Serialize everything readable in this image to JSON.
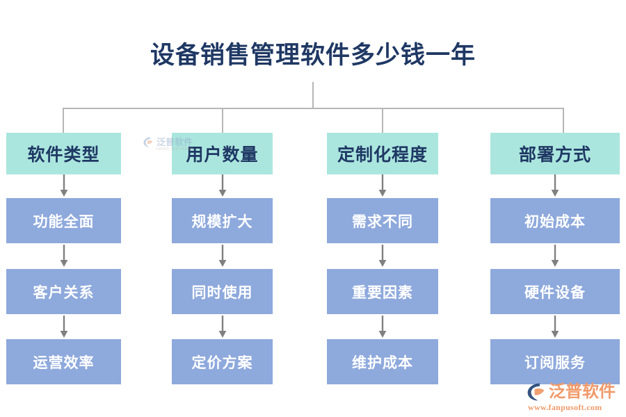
{
  "page": {
    "title": "设备销售管理软件多少钱一年",
    "title_color": "#1f3864",
    "background_color": "#ffffff"
  },
  "theme": {
    "header_box_color": "#abe6de",
    "header_text_color": "#1f3864",
    "item_box_color": "#8ea9dc",
    "item_text_color": "#ffffff",
    "connector_color": "#b6b6b6",
    "arrow_color": "#808080",
    "logo_color": "#f09a6a"
  },
  "diagram": {
    "columns": [
      {
        "header": "软件类型",
        "items": [
          "功能全面",
          "客户关系",
          "运营效率"
        ]
      },
      {
        "header": "用户数量",
        "items": [
          "规模扩大",
          "同时使用",
          "定价方案"
        ]
      },
      {
        "header": "定制化程度",
        "items": [
          "需求不同",
          "重要因素",
          "维护成本"
        ]
      },
      {
        "header": "部署方式",
        "items": [
          "初始成本",
          "硬件设备",
          "订阅服务"
        ]
      }
    ]
  },
  "watermark": {
    "brand_cn": "泛普软件",
    "brand_en": "FANPU SOFTWARE"
  },
  "logo": {
    "brand_cn": "泛普软件",
    "url": "www.fanpusoft.com"
  }
}
